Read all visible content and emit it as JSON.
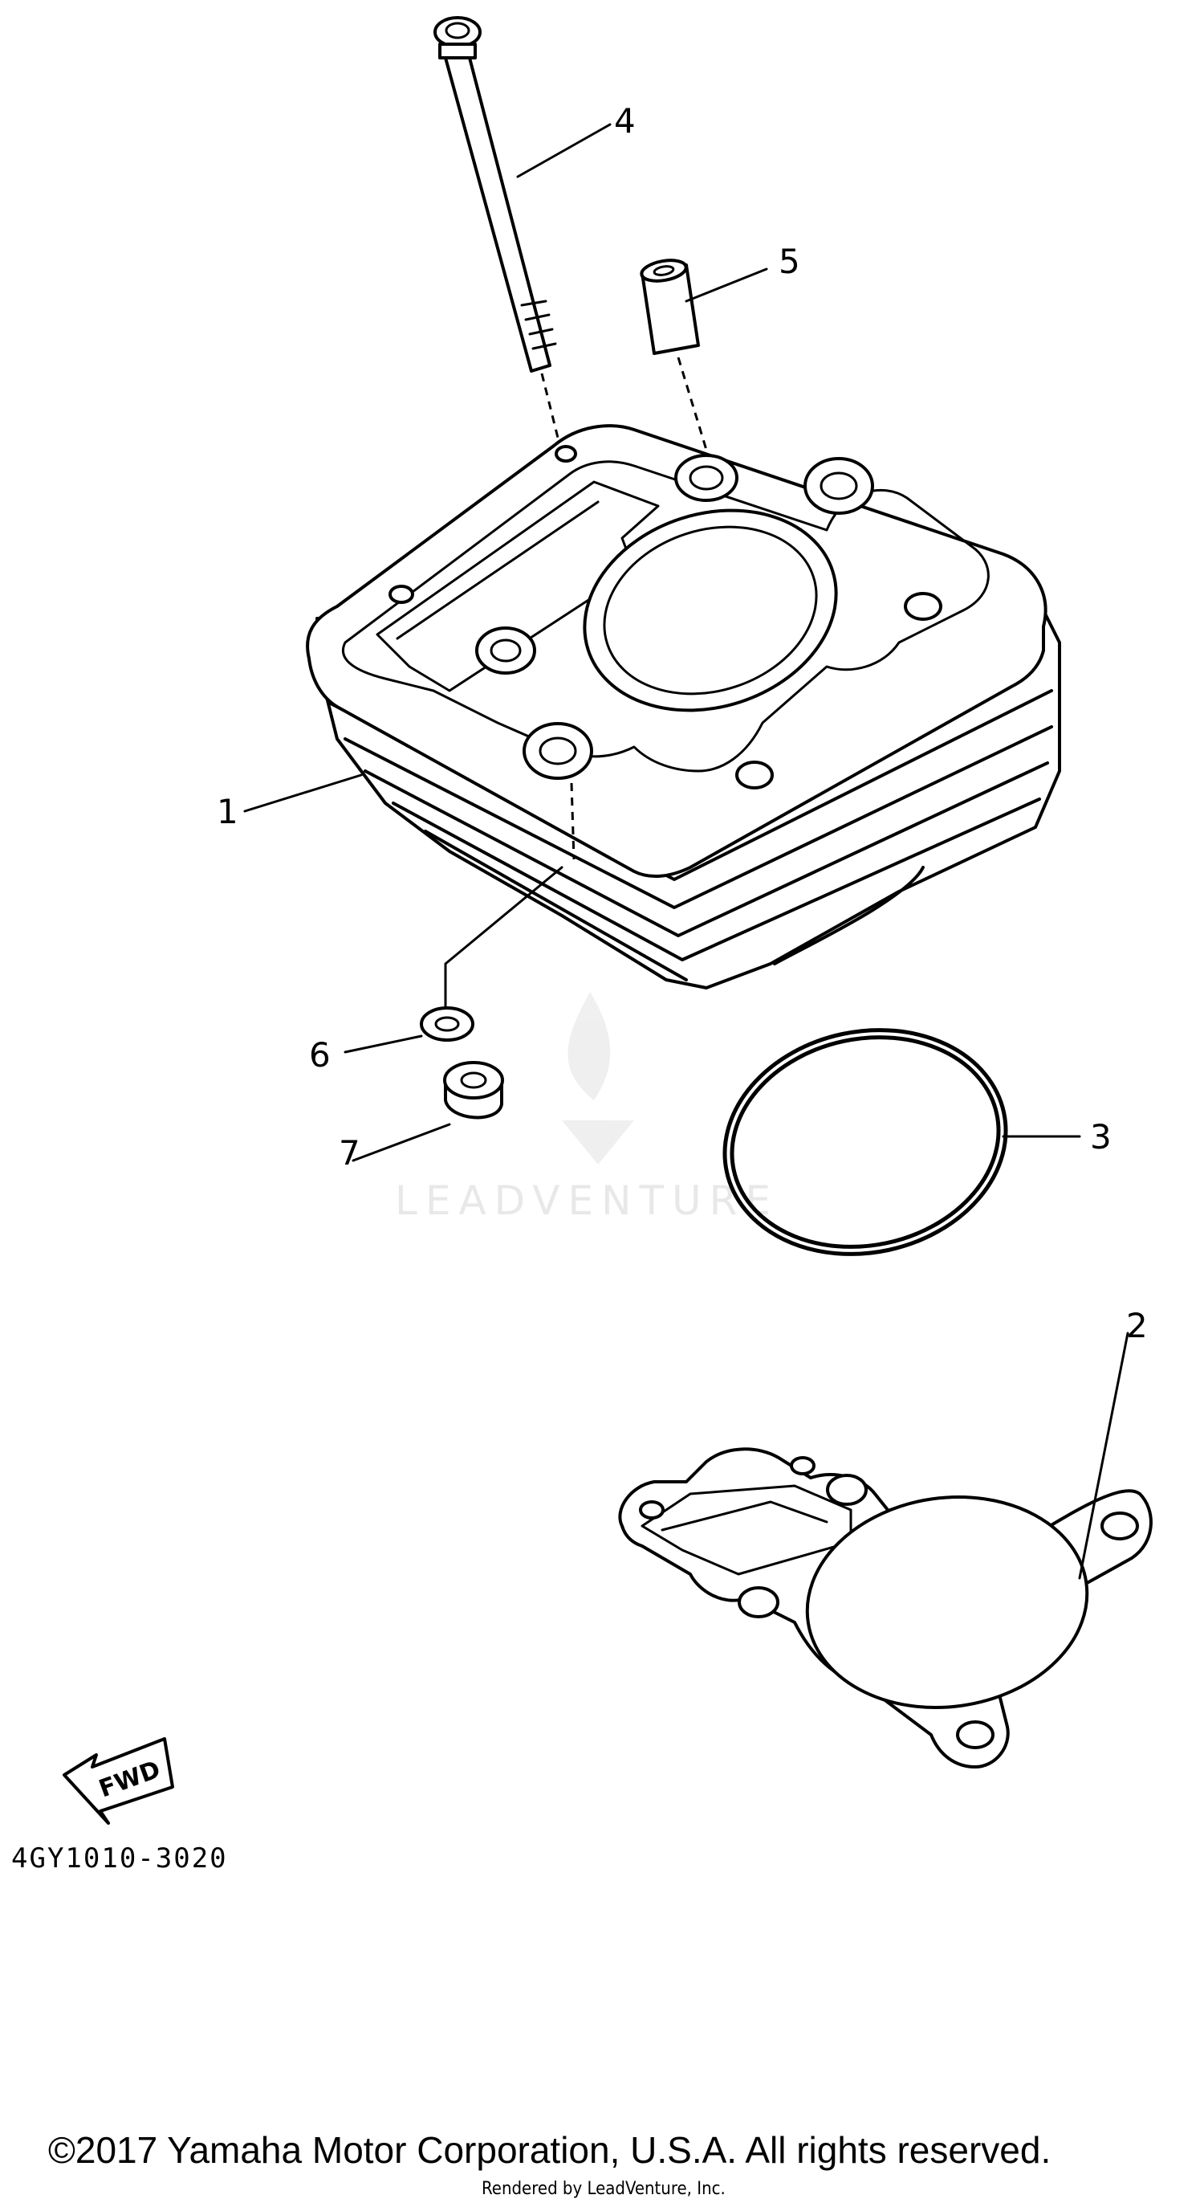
{
  "callouts": {
    "p1": "1",
    "p2": "2",
    "p3": "3",
    "p4": "4",
    "p5": "5",
    "p6": "6",
    "p7": "7"
  },
  "fwd_label": "FWD",
  "diagram_code": "4GY1010-3020",
  "watermark": "LEADVENTURE",
  "footer": {
    "copyright": "©2017 Yamaha Motor Corporation, U.S.A. All rights reserved.",
    "rendered_by": "Rendered by LeadVenture, Inc."
  }
}
